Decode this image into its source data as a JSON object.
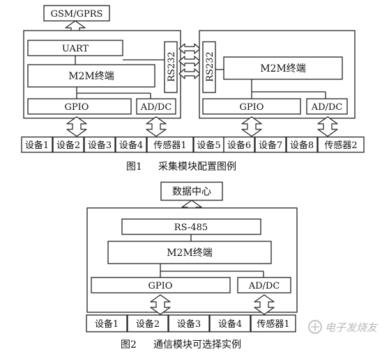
{
  "figure1": {
    "caption_num": "图1",
    "caption_text": "采集模块配置图例",
    "gsm_label": "GSM/GPRS",
    "uart_label": "UART",
    "rs232_left": "RS232",
    "rs232_right": "RS232",
    "m2m_left": "M2M终端",
    "m2m_right": "M2M终端",
    "gpio_left": "GPIO",
    "gpio_right": "GPIO",
    "addc_left": "AD/DC",
    "addc_right": "AD/DC",
    "left_devices": [
      "设备1",
      "设备2",
      "设备3",
      "设备4",
      "传感器1"
    ],
    "right_devices": [
      "设备5",
      "设备6",
      "设备7",
      "设备8",
      "传感器2"
    ]
  },
  "figure2": {
    "caption_num": "图2",
    "caption_text": "通信模块可选择实例",
    "datacenter_label": "数据中心",
    "rs485_label": "RS-485",
    "m2m_label": "M2M终端",
    "gpio_label": "GPIO",
    "addc_label": "AD/DC",
    "devices": [
      "设备1",
      "设备2",
      "设备3",
      "设备4",
      "传感器1"
    ]
  },
  "watermark": "电子发烧友"
}
